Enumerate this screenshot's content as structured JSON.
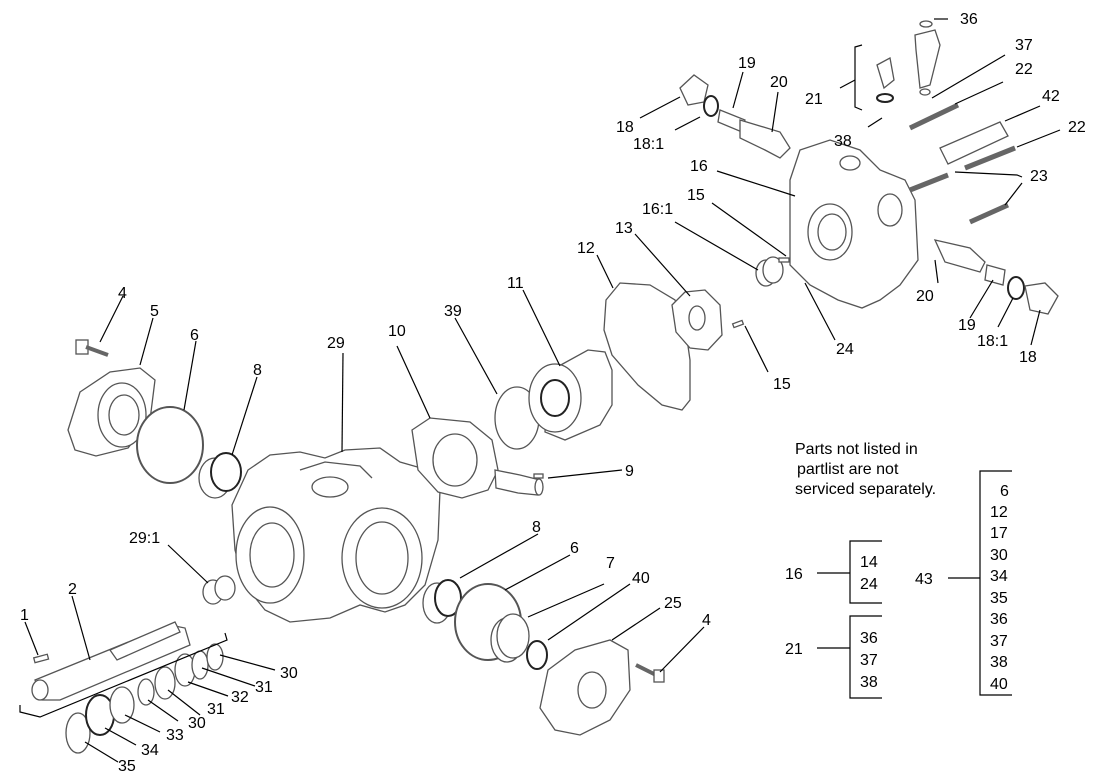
{
  "callouts": {
    "c36_top": "36",
    "c37_top": "37",
    "c22_a": "22",
    "c21": "21",
    "c38": "38",
    "c19_top": "19",
    "c20_top": "20",
    "c42": "42",
    "c22_b": "22",
    "c18_top": "18",
    "c18_1_top": "18:1",
    "c16": "16",
    "c23": "23",
    "c15_top": "15",
    "c16_1": "16:1",
    "c13": "13",
    "c12": "12",
    "c11": "11",
    "c20_bot": "20",
    "c19_bot": "19",
    "c18_1_bot": "18:1",
    "c18_bot": "18",
    "c24": "24",
    "c15_bot": "15",
    "c4_top": "4",
    "c5": "5",
    "c6_top": "6",
    "c29": "29",
    "c10": "10",
    "c39": "39",
    "c8_top": "8",
    "c9": "9",
    "c29_1": "29:1",
    "c2": "2",
    "c1": "1",
    "c8_bot": "8",
    "c6_bot": "6",
    "c7": "7",
    "c40": "40",
    "c25": "25",
    "c4_bot": "4",
    "c30_a": "30",
    "c31_a": "31",
    "c32": "32",
    "c31_b": "31",
    "c30_b": "30",
    "c33": "33",
    "c34": "34",
    "c35": "35"
  },
  "note": {
    "line1": "Parts not listed in",
    "line2": "partlist are not",
    "line3": "serviced separately."
  },
  "groups": {
    "g16": {
      "label": "16",
      "items": [
        "14",
        "24"
      ]
    },
    "g21": {
      "label": "21",
      "items": [
        "36",
        "37",
        "38"
      ]
    },
    "g43": {
      "label": "43",
      "items": [
        "6",
        "12",
        "17",
        "30",
        "34",
        "35",
        "36",
        "37",
        "38",
        "40"
      ]
    }
  }
}
